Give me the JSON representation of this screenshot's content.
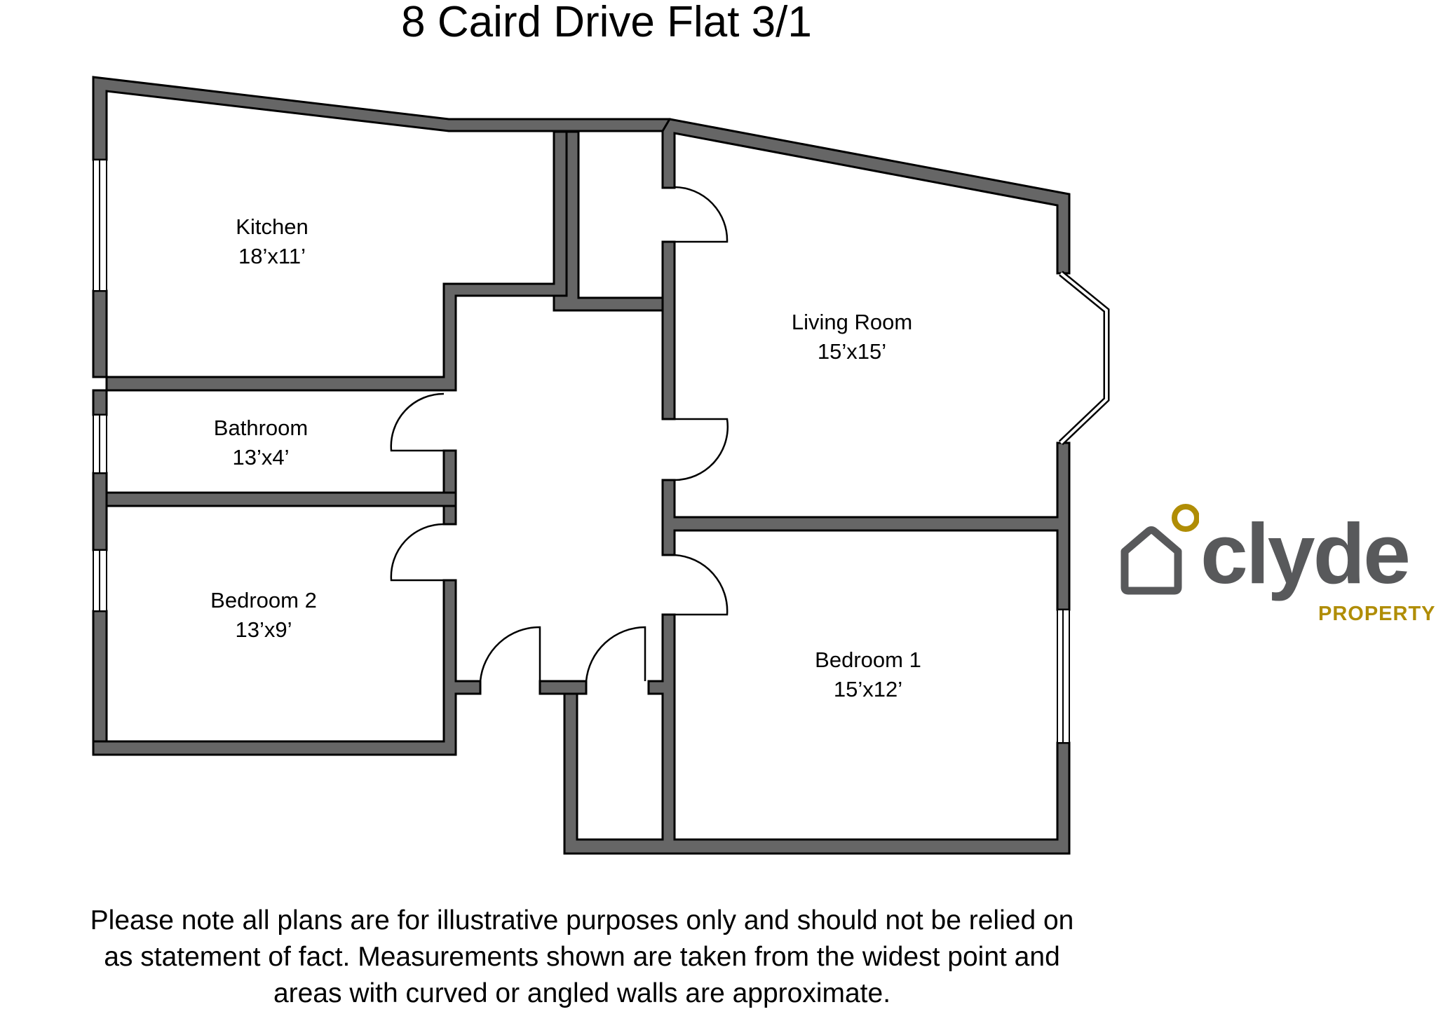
{
  "title": "8 Caird Drive Flat 3/1",
  "rooms": [
    {
      "name": "Kitchen",
      "size": "18’x11’"
    },
    {
      "name": "Bathroom",
      "size": "13’x4’"
    },
    {
      "name": "Bedroom 2",
      "size": "13’x9’"
    },
    {
      "name": "Living Room",
      "size": "15’x15’"
    },
    {
      "name": "Bedroom 1",
      "size": "15’x12’"
    }
  ],
  "disclaimer": [
    "Please note all plans are for illustrative purposes only and should not be relied on",
    "as statement of fact. Measurements shown are taken from the widest point and",
    "areas with curved or angled walls are approximate."
  ],
  "logo": {
    "word": "clyde",
    "sub": "PROPERTY",
    "icon": "house-icon"
  },
  "colors": {
    "wall": "#666666",
    "outline": "#000000",
    "logo_grey": "#58595b",
    "logo_gold": "#b08d05"
  }
}
